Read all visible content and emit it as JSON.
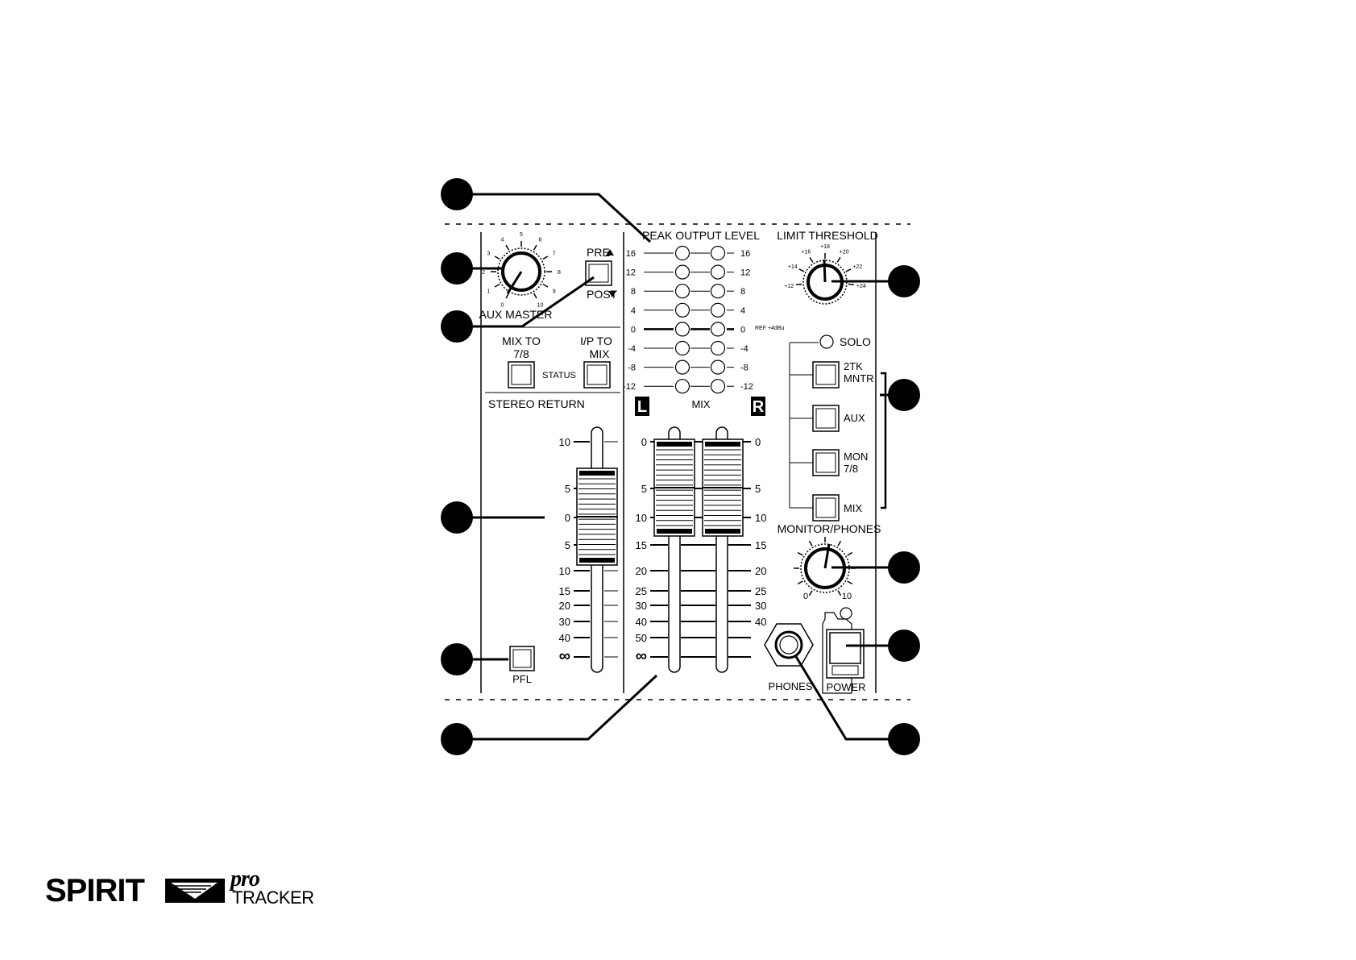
{
  "peak": {
    "title": "PEAK OUTPUT LEVEL",
    "scale": [
      "16",
      "12",
      "8",
      "4",
      "0",
      "-4",
      "-8",
      "-12"
    ],
    "ref": "REF +4dBu"
  },
  "limit": {
    "title": "LIMIT THRESHOLD",
    "ticks": [
      "+12",
      "+14",
      "+16",
      "+18",
      "+20",
      "+22",
      "+24"
    ]
  },
  "aux": {
    "title": "AUX MASTER",
    "ticks": [
      "0",
      "1",
      "2",
      "3",
      "4",
      "5",
      "6",
      "7",
      "8",
      "9",
      "10"
    ],
    "pre": "PRE",
    "post": "POST"
  },
  "status": {
    "mix_to": "MIX TO",
    "mix_to_2": "7/8",
    "ip_to": "I/P TO",
    "ip_to_2": "MIX",
    "label": "STATUS"
  },
  "stereo_return": {
    "title": "STEREO RETURN",
    "scale": [
      "10",
      "5",
      "0",
      "5",
      "10",
      "15",
      "20",
      "30",
      "40",
      "∞"
    ],
    "pfl": "PFL"
  },
  "mix": {
    "title": "MIX",
    "left": "L",
    "right": "R",
    "scale_left": [
      "0",
      "5",
      "10",
      "15",
      "20",
      "25",
      "30",
      "40",
      "50",
      "∞"
    ],
    "scale_right": [
      "0",
      "5",
      "10",
      "15",
      "20",
      "25",
      "30",
      "40"
    ]
  },
  "monitor": {
    "solo": "SOLO",
    "btn1a": "2TK",
    "btn1b": "MNTR",
    "btn2": "AUX",
    "btn3a": "MON",
    "btn3b": "7/8",
    "btn4": "MIX",
    "knob": "MONITOR/PHONES",
    "knob_min": "0",
    "knob_max": "10"
  },
  "phones": "PHONES",
  "power": "POWER",
  "logo": {
    "brand": "SPIRIT",
    "pro": "pro",
    "tracker": "TRACKER"
  }
}
